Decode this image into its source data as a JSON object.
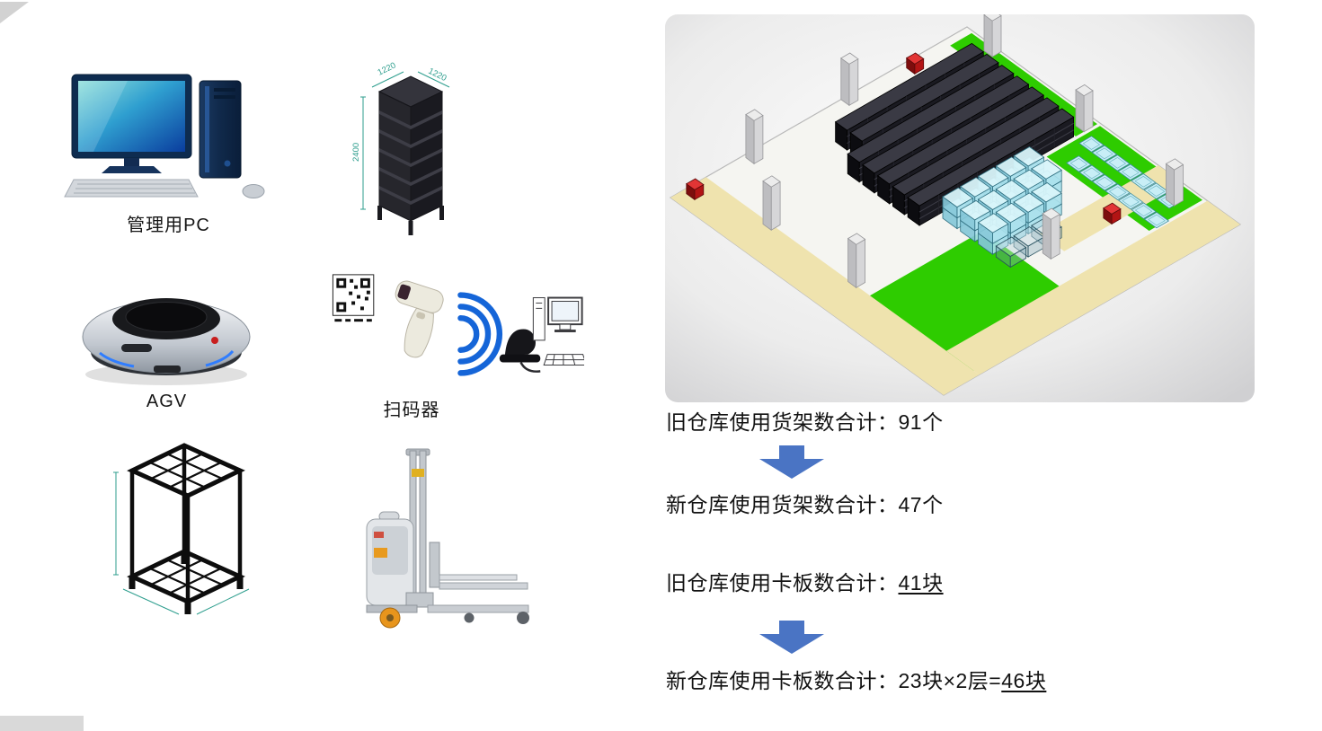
{
  "colors": {
    "arrow_blue": "#4a74c4",
    "dim_teal": "#2e9e8e",
    "floor_green": "#2ecc00",
    "path_beige": "#efe3ae",
    "pallet_cyan": "#c8eef6"
  },
  "equipment": {
    "pc": {
      "label": "管理用PC"
    },
    "shelf_rack": {
      "dims": [
        "1220",
        "1220",
        "2400"
      ]
    },
    "agv": {
      "label": "AGV"
    },
    "scanner": {
      "label": "扫码器"
    }
  },
  "warehouse": {
    "stats": {
      "old_shelves": "旧仓库使用货架数合计：91个",
      "new_shelves": "新仓库使用货架数合计：47个",
      "old_pallets_prefix": "旧仓库使用卡板数合计：",
      "old_pallets_value": "41块",
      "new_pallets_prefix": "新仓库使用卡板数合计：23块×2层=",
      "new_pallets_value": "46块"
    }
  }
}
